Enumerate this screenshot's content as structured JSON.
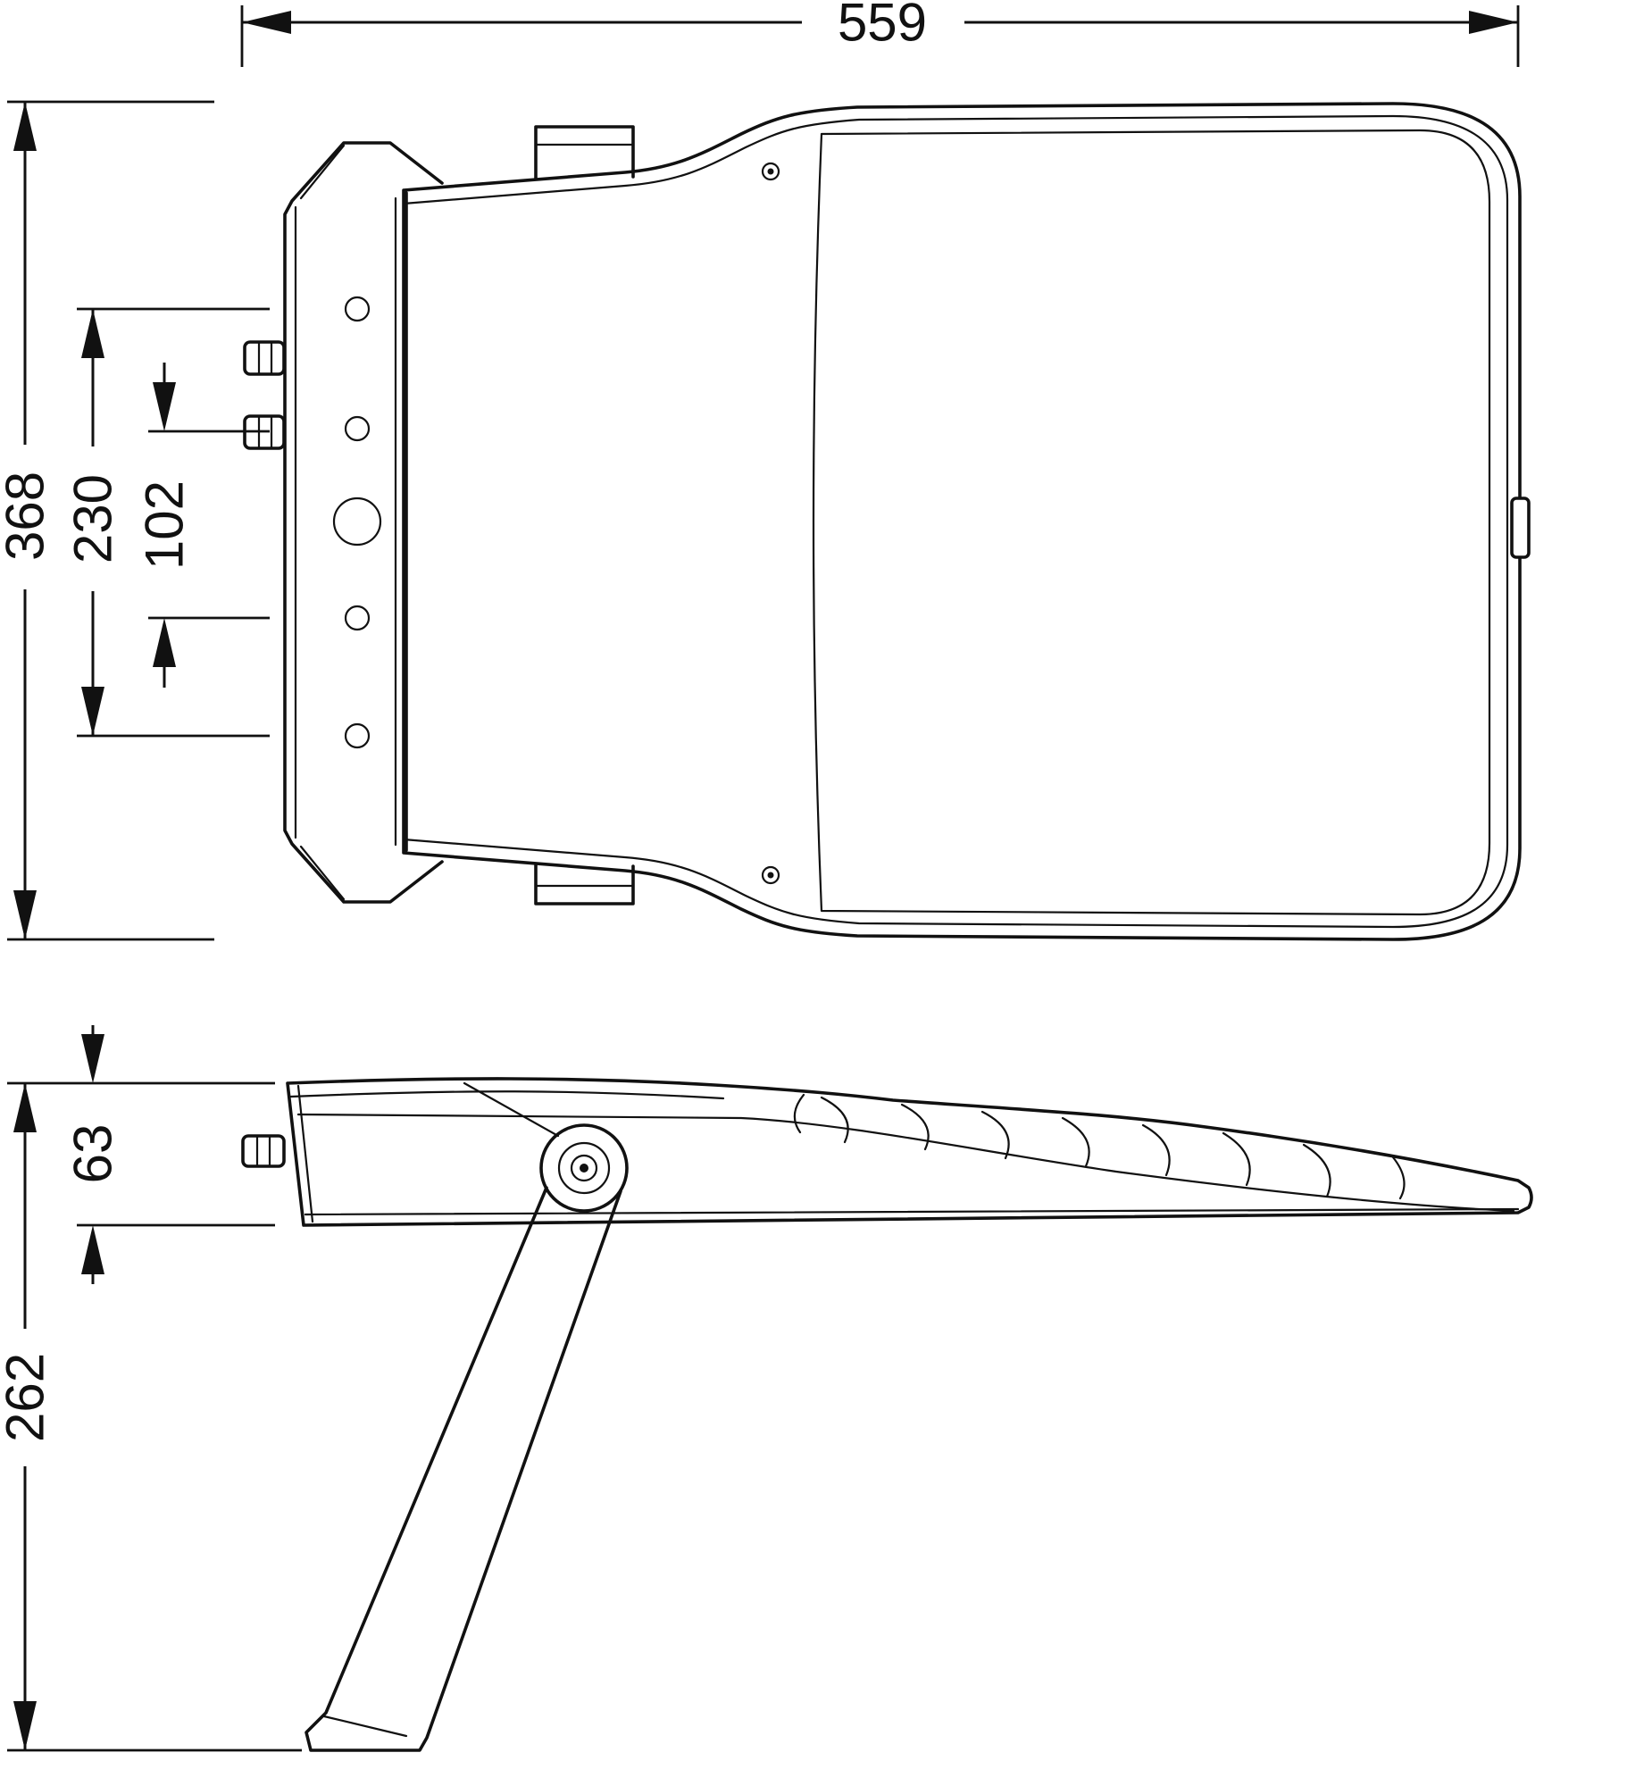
{
  "dimensions": {
    "overall_width": "559",
    "overall_depth": "368",
    "bracket_hole_span": "230",
    "bracket_hole_pitch": "102",
    "housing_thickness": "63",
    "overall_height_with_bracket": "262"
  },
  "colors": {
    "line": "#111111",
    "background": "#ffffff"
  }
}
